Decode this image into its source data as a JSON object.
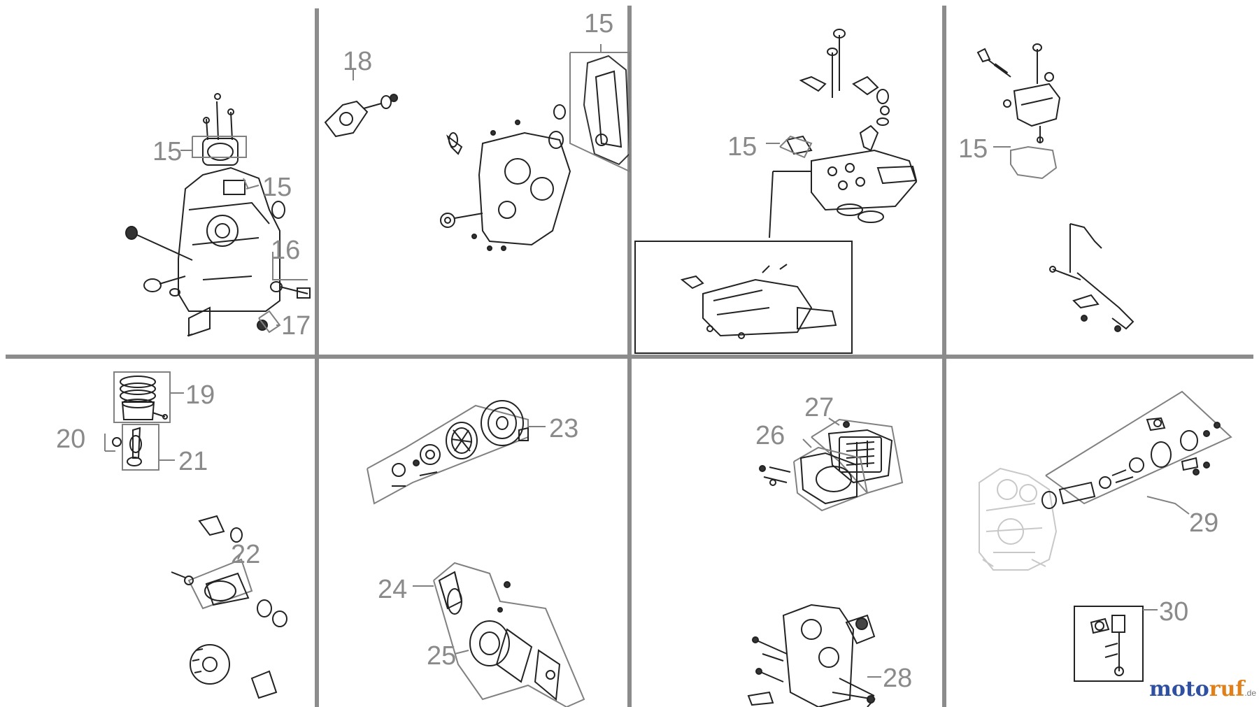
{
  "labels": {
    "p1_15a": "15",
    "p1_15b": "15",
    "p1_16": "16",
    "p1_17": "17",
    "p2_18": "18",
    "p2_15": "15",
    "p3_15": "15",
    "p4_15": "15",
    "p5_19": "19",
    "p5_20": "20",
    "p5_21": "21",
    "p5_22": "22",
    "p6_23": "23",
    "p6_24": "24",
    "p6_25": "25",
    "p7_26": "26",
    "p7_27": "27",
    "p7_28": "28",
    "p8_29": "29",
    "p8_30": "30"
  },
  "brand": {
    "name_part1": "moto",
    "name_part2": "ruf",
    "tld": ".de"
  },
  "colors": {
    "divider": "#8c8c8c",
    "outline": "#808080",
    "drawing": "#222222",
    "label": "#8a8a8a"
  }
}
